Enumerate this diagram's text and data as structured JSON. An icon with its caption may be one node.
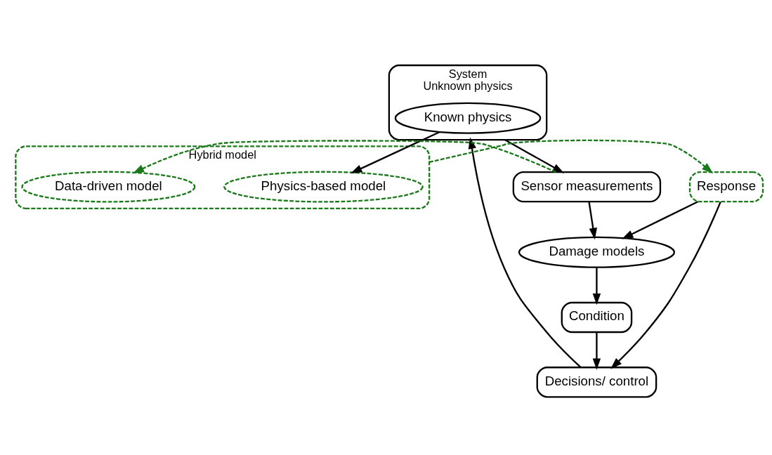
{
  "diagram": {
    "nodes": [
      {
        "text": [
          "System",
          "Unknown physics"
        ]
      },
      {
        "text": [
          "Known physics"
        ],
        "in": 0
      },
      {
        "text": [
          "Decisions/ control"
        ]
      },
      {
        "text": [
          "Condition"
        ]
      },
      {
        "text": [
          "Sensor measurements"
        ]
      },
      {
        "text": [
          "Damage models"
        ]
      },
      {
        "text": [
          "Hybrid model"
        ]
      },
      {
        "text": [
          "Physics-based model"
        ],
        "in": 6
      },
      {
        "text": [
          "Data-driven model"
        ],
        "in": 6
      },
      {
        "text": [
          "Response"
        ]
      }
    ],
    "edges": [
      {
        "from": 2,
        "to": 0,
        "arrow": "to"
      },
      {
        "from": 1,
        "to": 7,
        "arrow": "to"
      },
      {
        "from": 0,
        "to": 4,
        "arrow": "to"
      },
      {
        "from": 4,
        "to": 5,
        "arrow": "to"
      },
      {
        "from": 5,
        "to": 3,
        "arrow": "to"
      },
      {
        "from": 3,
        "to": 2,
        "arrow": "to"
      },
      {
        "from": 4,
        "to": 8,
        "arrow": "to",
        "style": "dashed",
        "color": "#1a7a1a"
      },
      {
        "from": 6,
        "to": 9,
        "arrow": "to",
        "style": "dashed",
        "color": "#1a7a1a"
      },
      {
        "from": 9,
        "to": 5,
        "arrow": "to"
      },
      {
        "from": 9,
        "to": 2,
        "arrow": "to"
      }
    ]
  }
}
